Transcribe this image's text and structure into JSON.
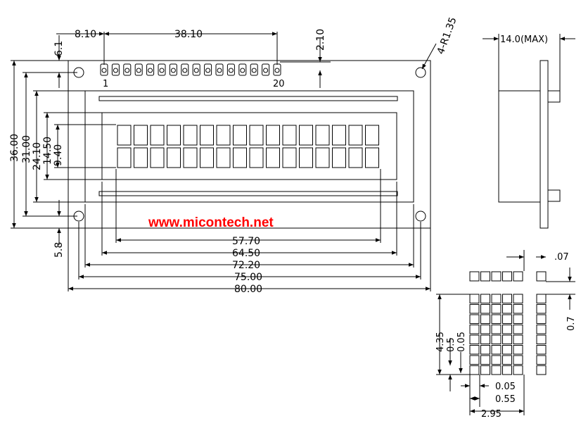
{
  "watermark": "www.micontech.net",
  "front_view": {
    "top_dims": {
      "pin_offset": "8.10",
      "pin_span": "38.10",
      "pin_height": "2.10",
      "hole_radius": "4-R1.35"
    },
    "pin_labels": {
      "first": "1",
      "last": "20"
    },
    "left_dims": {
      "d1": "6.1",
      "d2": "36.00",
      "d3": "31.00",
      "d4": "24.10",
      "d5": "14.50",
      "d6": "9.40",
      "d7": "5.8"
    },
    "bottom_dims": {
      "d1": "57.70",
      "d2": "64.50",
      "d3": "72.20",
      "d4": "75.00",
      "d5": "80.00"
    }
  },
  "side_view": {
    "thickness": "14.0(MAX)"
  },
  "char_detail": {
    "pitch_top": ".07",
    "right_dim": "0.7",
    "left_dims": {
      "height": "4.35",
      "dot_pitch": "0.5",
      "dot_gap": "0.05"
    },
    "bottom_dims": {
      "gap": "0.05",
      "dot_pitch": "0.55",
      "width": "2.95"
    }
  }
}
